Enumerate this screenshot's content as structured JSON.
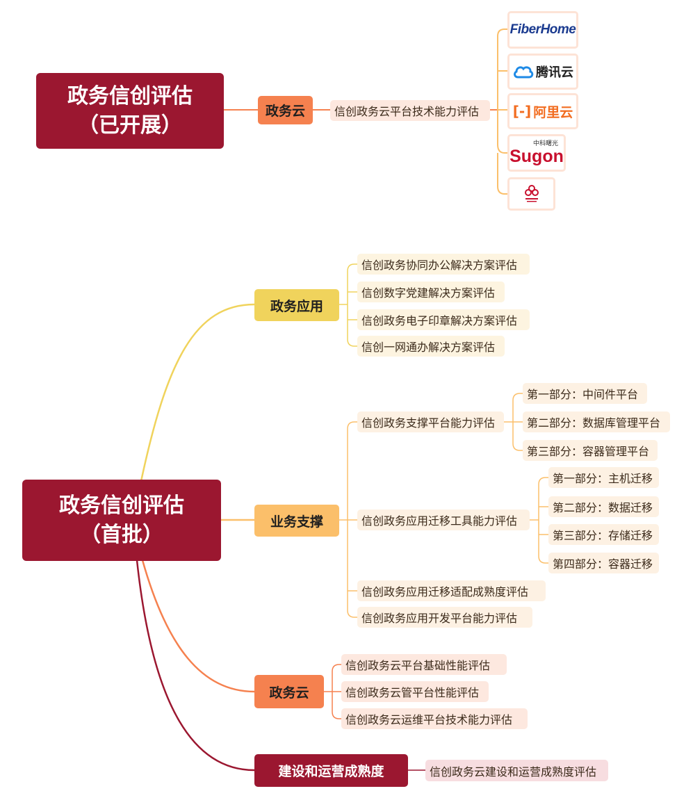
{
  "top": {
    "root": [
      "政务信创评估",
      "（已开展）"
    ],
    "branch": "政务云",
    "leaf": "信创政务云平台技术能力评估",
    "logos": [
      {
        "text": "FiberHome",
        "icon": "fiberhome-logo"
      },
      {
        "text": "腾讯云",
        "icon": "tencent-cloud-logo"
      },
      {
        "text": "阿里云",
        "icon": "aliyun-logo"
      },
      {
        "text": "Sugon",
        "sub": "中科曙光",
        "icon": "sugon-logo"
      },
      {
        "text": "",
        "icon": "cloud-logo-small"
      }
    ]
  },
  "bottom": {
    "root": [
      "政务信创评估",
      "（首批）"
    ],
    "apps": {
      "label": "政务应用",
      "items": [
        "信创政务协同办公解决方案评估",
        "信创数字党建解决方案评估",
        "信创政务电子印章解决方案评估",
        "信创一网通办解决方案评估"
      ]
    },
    "support": {
      "label": "业务支撑",
      "platform": {
        "label": "信创政务支撑平台能力评估",
        "parts": [
          "第一部分：中间件平台",
          "第二部分：数据库管理平台",
          "第三部分：容器管理平台"
        ]
      },
      "migration": {
        "label": "信创政务应用迁移工具能力评估",
        "parts": [
          "第一部分：主机迁移",
          "第二部分：数据迁移",
          "第三部分：存储迁移",
          "第四部分：容器迁移"
        ]
      },
      "others": [
        "信创政务应用迁移适配成熟度评估",
        "信创政务应用开发平台能力评估"
      ]
    },
    "cloud": {
      "label": "政务云",
      "items": [
        "信创政务云平台基础性能评估",
        "信创政务云管平台性能评估",
        "信创政务云运维平台技术能力评估"
      ]
    },
    "maturity": {
      "label": "建设和运营成熟度",
      "items": [
        "信创政务云建设和运营成熟度评估"
      ]
    }
  },
  "colors": {
    "root": "#9b1730",
    "orange": "#f5814f",
    "yellow": "#f0d35c",
    "amber": "#fbbf6a",
    "dark_red": "#9b1730"
  }
}
